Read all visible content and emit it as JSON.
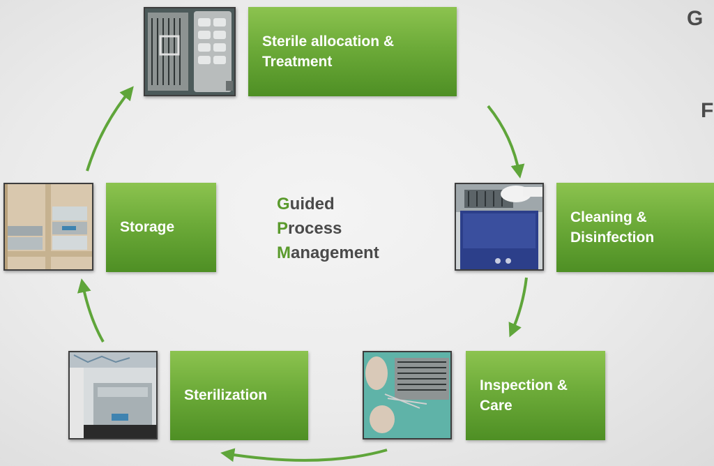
{
  "steps": [
    {
      "id": "treatment",
      "label_line1": "Sterile allocation &",
      "label_line2": "Treatment",
      "photo": "instrument-tray-photo"
    },
    {
      "id": "cleaning",
      "label_line1": "Cleaning &",
      "label_line2": "Disinfection",
      "photo": "ultrasonic-cleaner-photo"
    },
    {
      "id": "inspection",
      "label_line1": "Inspection &",
      "label_line2": "Care",
      "photo": "instrument-inspection-photo"
    },
    {
      "id": "sterilization",
      "label_line1": "Sterilization",
      "label_line2": "",
      "photo": "sterilizer-photo"
    },
    {
      "id": "storage",
      "label_line1": "Storage",
      "label_line2": "",
      "photo": "storage-shelf-photo"
    }
  ],
  "center": {
    "line1_initial": "G",
    "line1_rest": "uided",
    "line2_initial": "P",
    "line2_rest": "rocess",
    "line3_initial": "M",
    "line3_rest": "anagement"
  },
  "edge_text": {
    "top": "G",
    "mid": "F"
  },
  "colors": {
    "accent_green": "#6dab39",
    "arrow_green": "#5fa53a",
    "text_gray": "#4a4a4a"
  }
}
